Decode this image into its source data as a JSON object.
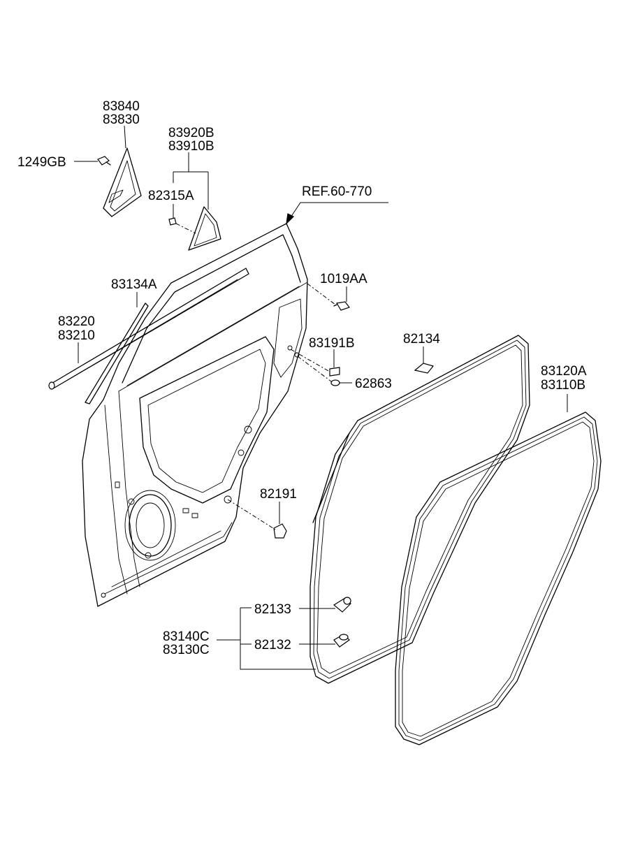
{
  "diagram": {
    "labels": {
      "p83840": "83840",
      "p83830": "83830",
      "p1249gb": "1249GB",
      "p83920b": "83920B",
      "p83910b": "83910B",
      "p82315a": "82315A",
      "ref": "REF.60-770",
      "p1019aa": "1019AA",
      "p83134a": "83134A",
      "p83220": "83220",
      "p83210": "83210",
      "p83191b": "83191B",
      "p82134": "82134",
      "p62863": "62863",
      "p83120a": "83120A",
      "p83110b": "83110B",
      "p82191": "82191",
      "p82133": "82133",
      "p83140c": "83140C",
      "p83130c": "83130C",
      "p82132": "82132"
    }
  }
}
